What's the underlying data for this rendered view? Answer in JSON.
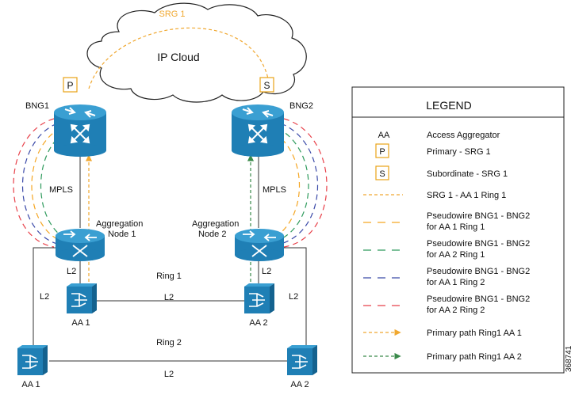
{
  "colors": {
    "router": "#1f7fb5",
    "router_top": "#3a9fd2",
    "router_dark": "#14628f",
    "badge_border": "#e8a317",
    "srg": "#f0a830",
    "pw_orange": "#f5a623",
    "pw_green": "#2e9a5c",
    "pw_blue": "#3b4aa8",
    "pw_red": "#e8414a",
    "path_orange": "#f0a830",
    "path_green": "#3a8a4a",
    "line": "#333333"
  },
  "cloud": {
    "label": "IP Cloud",
    "srg_label": "SRG 1"
  },
  "badges": {
    "primary": "P",
    "subordinate": "S"
  },
  "nodes": {
    "bng1": "BNG1",
    "bng2": "BNG2",
    "agg1_line1": "Aggregation",
    "agg1_line2": "Node 1",
    "agg2_line1": "Aggregation",
    "agg2_line2": "Node  2",
    "aa1_ring1": "AA 1",
    "aa2_ring1": "AA 2",
    "aa1_ring2": "AA 1",
    "aa2_ring2": "AA 2"
  },
  "links": {
    "mpls_left": "MPLS",
    "mpls_right": "MPLS",
    "l2_agg1": "L2",
    "l2_agg2": "L2",
    "l2_ring1": "L2",
    "l2_left": "L2",
    "l2_right": "L2",
    "l2_ring2": "L2",
    "ring1": "Ring 1",
    "ring2": "Ring 2"
  },
  "legend": {
    "title": "LEGEND",
    "items": [
      {
        "symbol": "AA",
        "text1": "Access Aggregator",
        "text2": ""
      },
      {
        "symbol": "P",
        "text1": "Primary - SRG 1",
        "text2": ""
      },
      {
        "symbol": "S",
        "text1": "Subordinate - SRG 1",
        "text2": ""
      },
      {
        "symbol": "srg-line",
        "text1": "SRG 1 - AA 1 Ring 1",
        "text2": ""
      },
      {
        "symbol": "pw-orange",
        "text1": "Pseudowire BNG1 - BNG2",
        "text2": "for AA 1 Ring 1"
      },
      {
        "symbol": "pw-green",
        "text1": "Pseudowire BNG1 - BNG2",
        "text2": "for AA 2 Ring 1"
      },
      {
        "symbol": "pw-blue",
        "text1": "Pseudowire BNG1 - BNG2",
        "text2": "for AA 1 Ring 2"
      },
      {
        "symbol": "pw-red",
        "text1": "Pseudowire BNG1 - BNG2",
        "text2": "for AA 2 Ring 2"
      },
      {
        "symbol": "path-orange",
        "text1": "Primary path Ring1 AA 1",
        "text2": ""
      },
      {
        "symbol": "path-green",
        "text1": "Primary path Ring1 AA 2",
        "text2": ""
      }
    ]
  },
  "figure_id": "368741"
}
